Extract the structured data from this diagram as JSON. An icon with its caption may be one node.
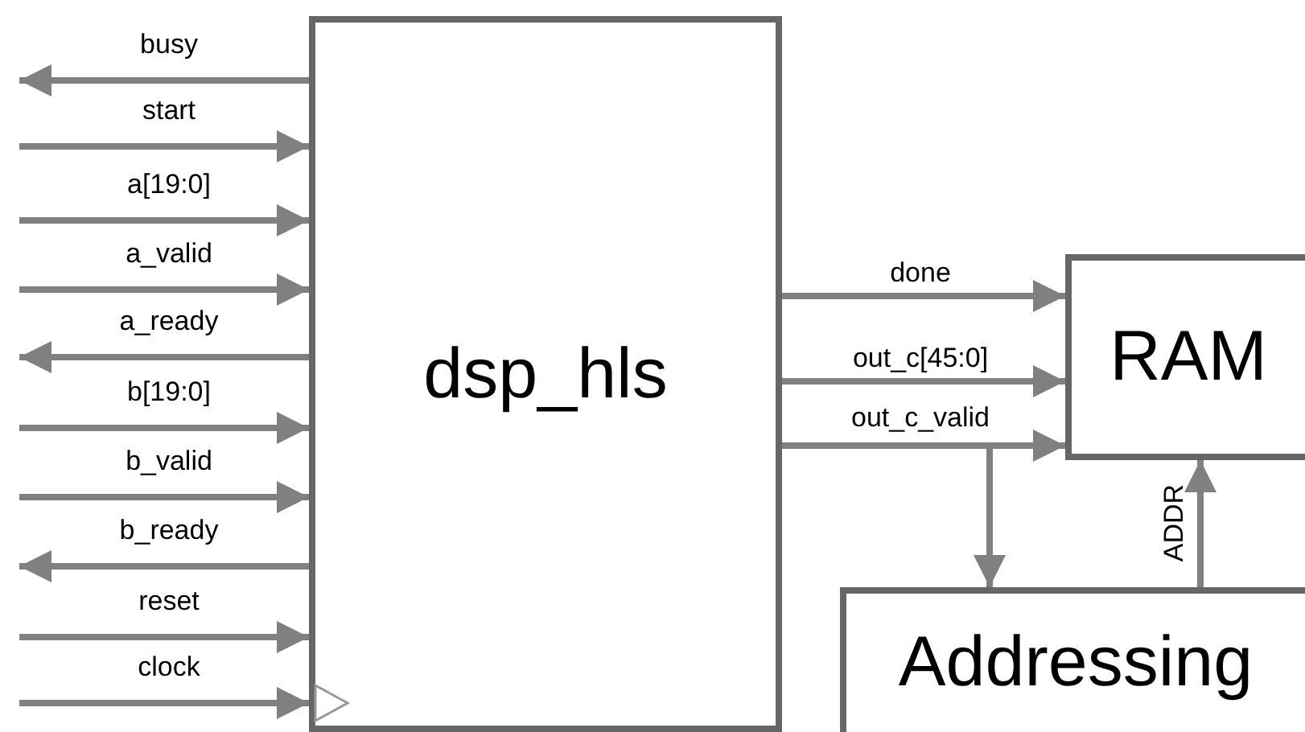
{
  "diagram": {
    "nodes": [
      {
        "text": [
          "dsp_hls"
        ]
      },
      {
        "text": [
          "RAM"
        ]
      },
      {
        "text": [
          "Addressing"
        ]
      }
    ],
    "edges": [
      {
        "from": 0,
        "to": null,
        "arrow": "to",
        "label": "busy"
      },
      {
        "from": null,
        "to": 0,
        "arrow": "to",
        "label": "start"
      },
      {
        "from": null,
        "to": 0,
        "arrow": "to",
        "label": "a[19:0]"
      },
      {
        "from": null,
        "to": 0,
        "arrow": "to",
        "label": "a_valid"
      },
      {
        "from": 0,
        "to": null,
        "arrow": "to",
        "label": "a_ready"
      },
      {
        "from": null,
        "to": 0,
        "arrow": "to",
        "label": "b[19:0]"
      },
      {
        "from": null,
        "to": 0,
        "arrow": "to",
        "label": "b_valid"
      },
      {
        "from": 0,
        "to": null,
        "arrow": "to",
        "label": "b_ready"
      },
      {
        "from": null,
        "to": 0,
        "arrow": "to",
        "label": "reset"
      },
      {
        "from": null,
        "to": 0,
        "arrow": "to",
        "label": "clock"
      },
      {
        "from": 0,
        "to": 1,
        "arrow": "to",
        "label": "done"
      },
      {
        "from": 0,
        "to": 1,
        "arrow": "to",
        "label": "out_c[45:0]"
      },
      {
        "from": 0,
        "to": 1,
        "arrow": "to",
        "label": "out_c_valid"
      },
      {
        "from": 0,
        "to": 2,
        "arrow": "to"
      },
      {
        "from": 2,
        "to": 1,
        "arrow": "to",
        "label": "ADDR"
      }
    ]
  }
}
